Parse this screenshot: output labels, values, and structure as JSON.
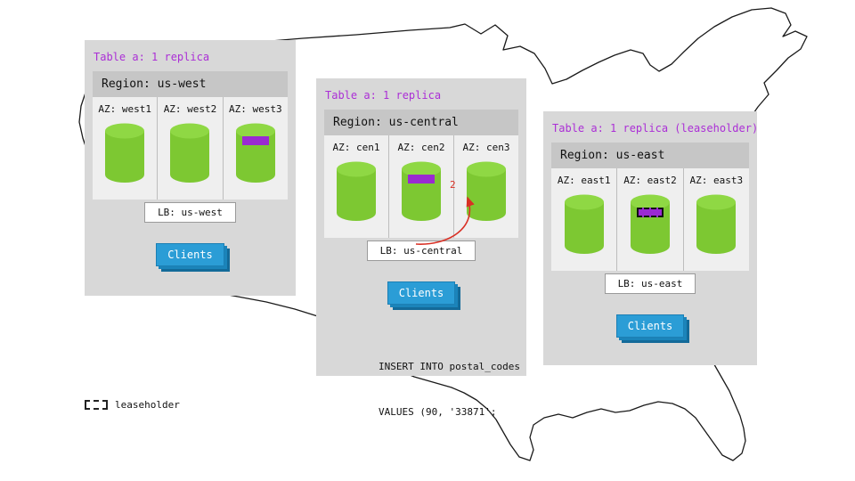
{
  "map": {
    "name": "united-states-outline"
  },
  "regions": [
    {
      "table_label": "Table a: 1 replica",
      "region_label": "Region: us-west",
      "azs": [
        {
          "label": "AZ: west1",
          "replica": false,
          "leaseholder": false
        },
        {
          "label": "AZ: west2",
          "replica": false,
          "leaseholder": false
        },
        {
          "label": "AZ: west3",
          "replica": true,
          "leaseholder": false
        }
      ],
      "lb_label": "LB: us-west",
      "clients_label": "Clients"
    },
    {
      "table_label": "Table a: 1 replica",
      "region_label": "Region: us-central",
      "azs": [
        {
          "label": "AZ: cen1",
          "replica": false,
          "leaseholder": false
        },
        {
          "label": "AZ: cen2",
          "replica": true,
          "leaseholder": false
        },
        {
          "label": "AZ: cen3",
          "replica": false,
          "leaseholder": false
        }
      ],
      "lb_label": "LB: us-central",
      "clients_label": "Clients",
      "arrow_label": "2",
      "sql_lines": [
        "INSERT INTO postal_codes",
        "VALUES (90, '33871';"
      ]
    },
    {
      "table_label": "Table a: 1 replica (leaseholder)",
      "region_label": "Region: us-east",
      "azs": [
        {
          "label": "AZ: east1",
          "replica": false,
          "leaseholder": false
        },
        {
          "label": "AZ: east2",
          "replica": true,
          "leaseholder": true
        },
        {
          "label": "AZ: east3",
          "replica": false,
          "leaseholder": false
        }
      ],
      "lb_label": "LB: us-east",
      "clients_label": "Clients"
    }
  ],
  "legend": {
    "label": "leaseholder"
  },
  "colors": {
    "panel_bg": "#d8d8d8",
    "region_header_bg": "#c6c6c6",
    "az_bg": "#efefef",
    "cylinder_green": "#7dc832",
    "cylinder_top_green": "#8fd844",
    "replica_purple": "#9a2ad2",
    "title_purple": "#ab2fd6",
    "clients_blue": "#2b9dd6",
    "arrow_red": "#d93025"
  }
}
